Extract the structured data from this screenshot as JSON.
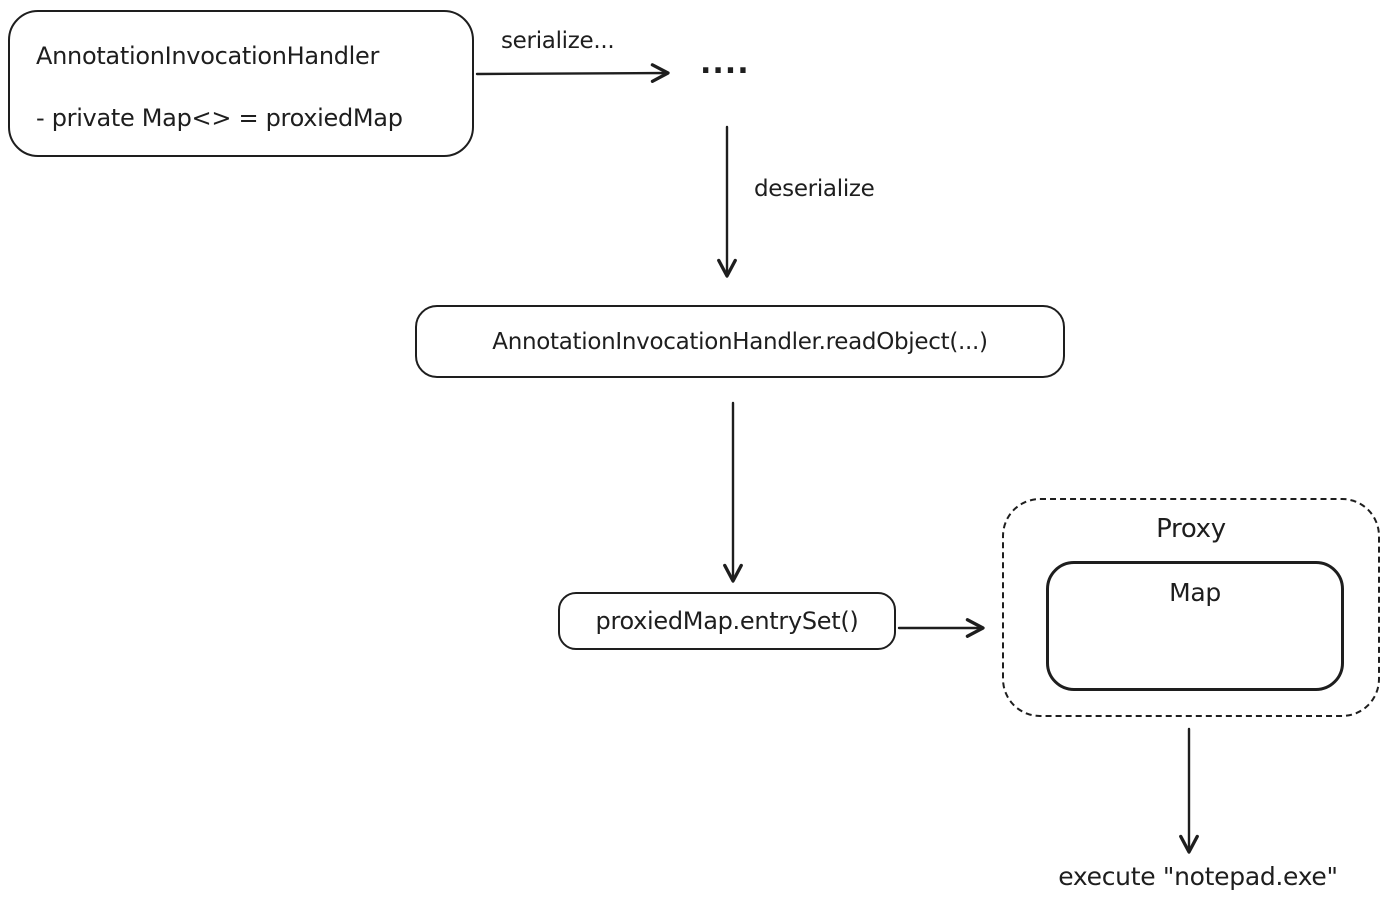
{
  "diagram": {
    "colors": {
      "stroke": "#1e1e1e",
      "background": "#ffffff"
    },
    "nodes": {
      "annotation_handler": {
        "title": "AnnotationInvocationHandler",
        "field": "- private Map<> = proxiedMap"
      },
      "serialized_dots": "....",
      "read_object": "AnnotationInvocationHandler.readObject(...)",
      "entry_set": "proxiedMap.entrySet()",
      "proxy": "Proxy",
      "map": "Map"
    },
    "arrow_labels": {
      "serialize": "serialize...",
      "deserialize": "deserialize"
    },
    "annotations": {
      "execute": "execute \"notepad.exe\""
    }
  }
}
